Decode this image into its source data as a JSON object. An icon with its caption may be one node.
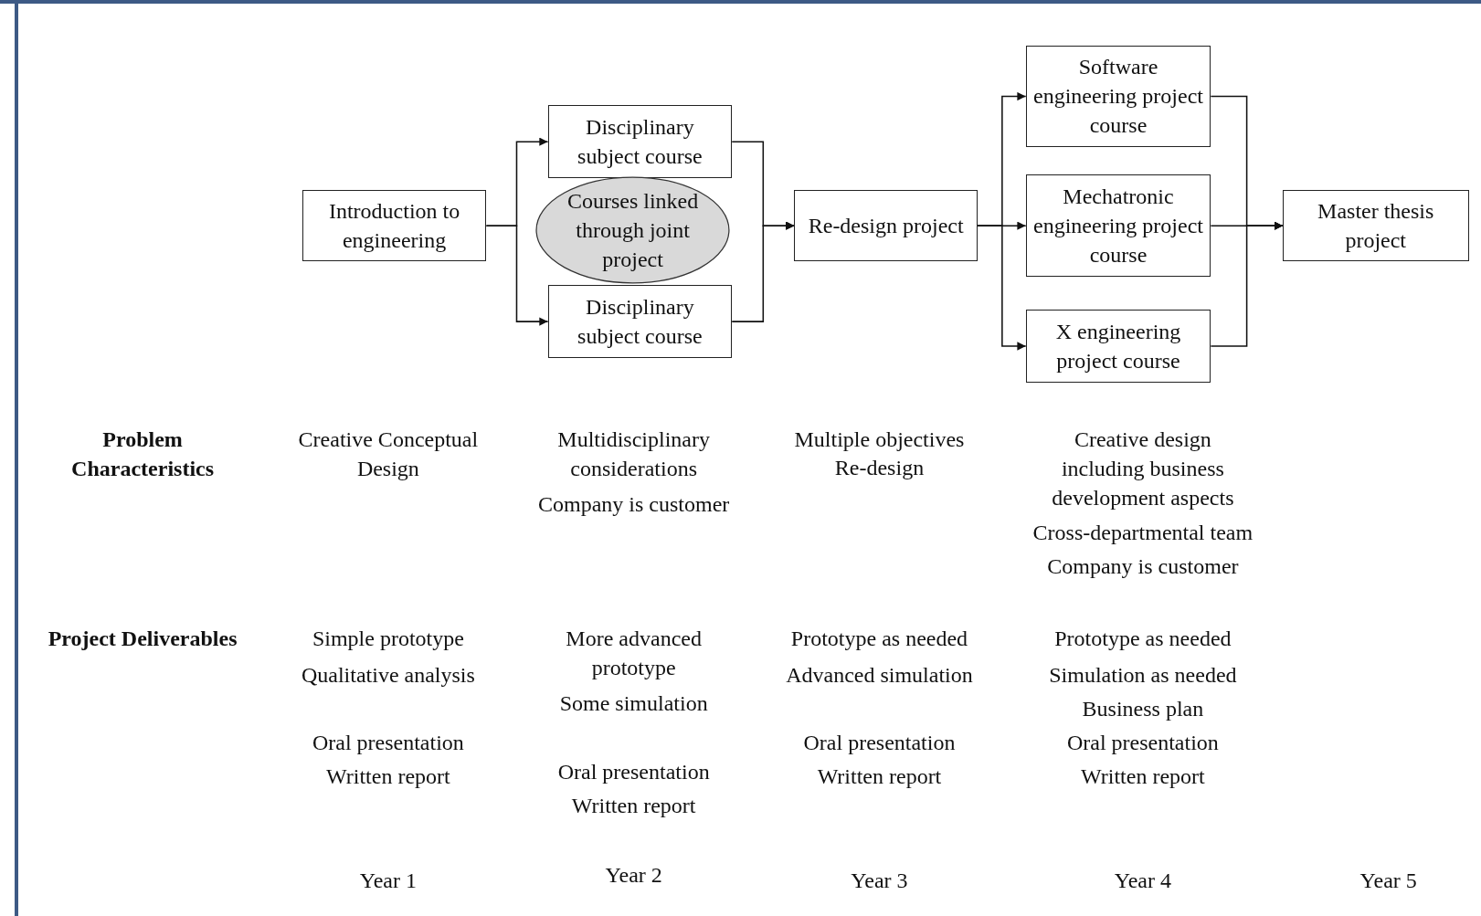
{
  "diagram": {
    "nodes": [
      {
        "text": [
          "Introduction to engineering"
        ]
      },
      {
        "text": [
          "Disciplinary subject course"
        ]
      },
      {
        "text": [
          "Courses linked through joint project"
        ]
      },
      {
        "text": [
          "Disciplinary subject course"
        ]
      },
      {
        "text": [
          "Re-design project"
        ]
      },
      {
        "text": [
          "Software engineering project course"
        ]
      },
      {
        "text": [
          "Mechatronic engineering project course"
        ]
      },
      {
        "text": [
          "X engineering project course"
        ]
      },
      {
        "text": [
          "Master thesis project"
        ]
      }
    ],
    "edges": [
      {
        "from": 0,
        "to": 1,
        "arrow": "to"
      },
      {
        "from": 0,
        "to": 3,
        "arrow": "to"
      },
      {
        "from": 1,
        "to": 4,
        "arrow": "to"
      },
      {
        "from": 3,
        "to": 4,
        "arrow": "to"
      },
      {
        "from": 4,
        "to": 5,
        "arrow": "to"
      },
      {
        "from": 4,
        "to": 6,
        "arrow": "to"
      },
      {
        "from": 4,
        "to": 7,
        "arrow": "to"
      },
      {
        "from": 5,
        "to": 8,
        "arrow": "to"
      },
      {
        "from": 6,
        "to": 8,
        "arrow": "to"
      },
      {
        "from": 7,
        "to": 8,
        "arrow": "to"
      }
    ],
    "labels": [
      "Problem Characteristics",
      "Creative Conceptual Design",
      "Multidisciplinary considerations",
      "Company is customer",
      "Multiple objectives",
      "Re-design",
      "Creative design including business development aspects",
      "Cross-departmental team",
      "Company is customer",
      "Project Deliverables",
      "Simple prototype",
      "Qualitative analysis",
      "Oral presentation",
      "Written report",
      "More advanced prototype",
      "Some simulation",
      "Oral presentation",
      "Written report",
      "Prototype as needed",
      "Advanced simulation",
      "Oral presentation",
      "Written report",
      "Prototype as needed",
      "Simulation as needed",
      "Business plan",
      "Oral presentation",
      "Written report",
      "Year 1",
      "Year 2",
      "Year 3",
      "Year 4",
      "Year 5"
    ]
  }
}
